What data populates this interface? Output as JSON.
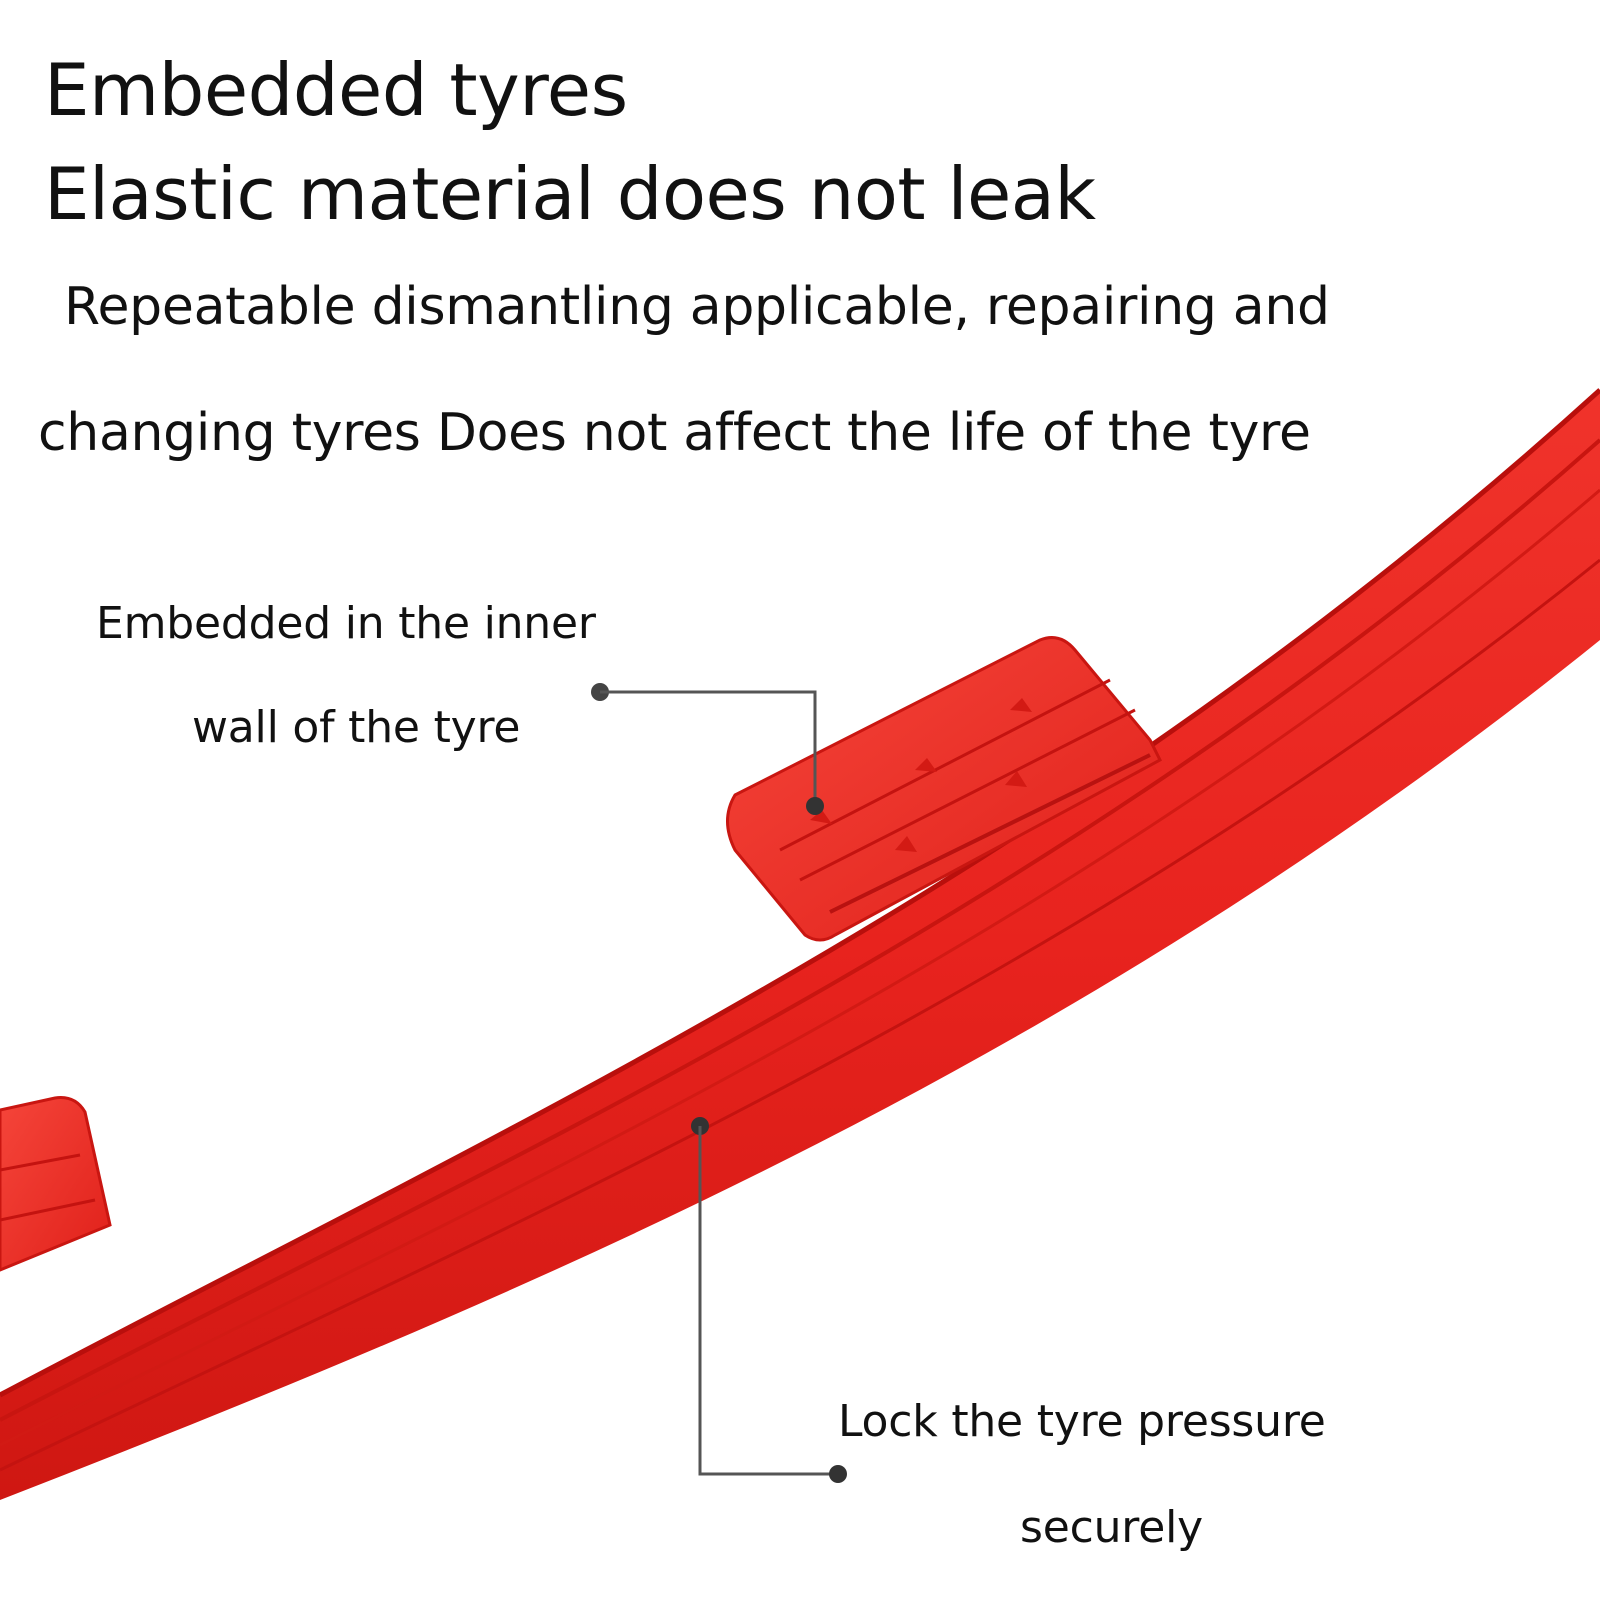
{
  "headline": {
    "line1": "Embedded tyres",
    "line2": "Elastic material does not leak"
  },
  "body": {
    "line1": "Repeatable dismantling applicable, repairing and",
    "line2": "changing tyres Does not affect the life of the tyre"
  },
  "callouts": {
    "inner_wall": {
      "line1": "Embedded in the inner",
      "line2": "wall of the tyre"
    },
    "pressure": {
      "line1": "Lock the tyre pressure",
      "line2": "securely"
    }
  },
  "colors": {
    "product_red": "#e8231e",
    "product_dark": "#c4120f",
    "leader_line": "#555555",
    "text": "#111111"
  }
}
